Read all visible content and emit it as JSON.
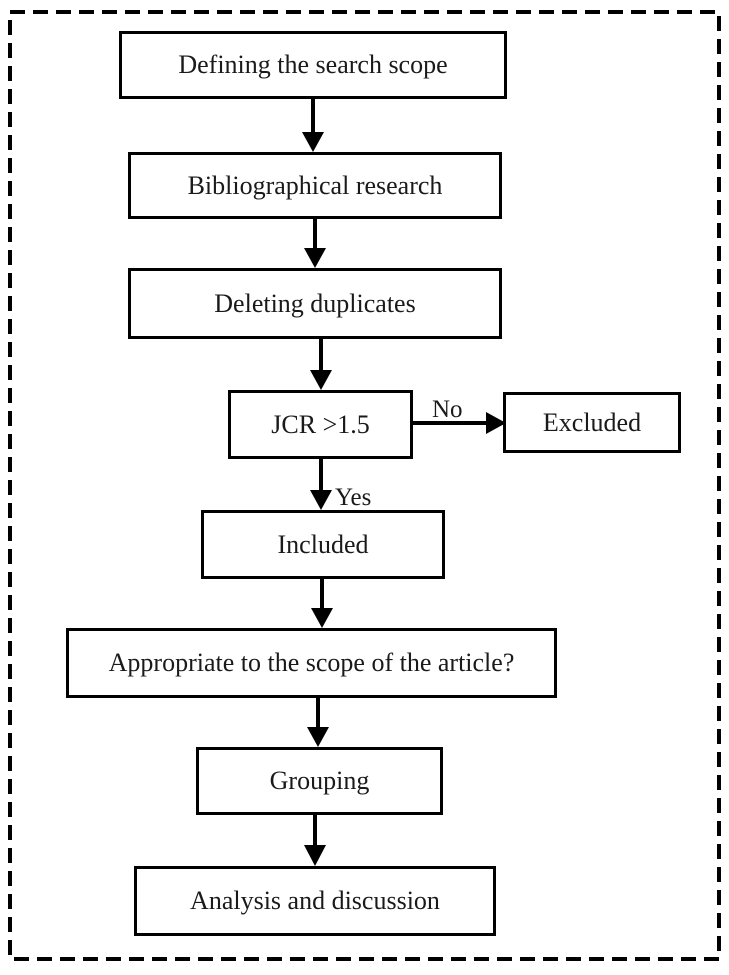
{
  "diagram": {
    "type": "flowchart",
    "background_color": "#ffffff",
    "line_color": "#000000",
    "text_color": "#1a1a1a",
    "border_style": "dashed",
    "nodes": [
      {
        "id": "defining-search-scope",
        "label": "Defining the search scope"
      },
      {
        "id": "bibliographical-research",
        "label": "Bibliographical research"
      },
      {
        "id": "deleting-duplicates",
        "label": "Deleting duplicates"
      },
      {
        "id": "jcr-decision",
        "label": "JCR >1.5"
      },
      {
        "id": "excluded",
        "label": "Excluded"
      },
      {
        "id": "included",
        "label": "Included"
      },
      {
        "id": "appropriate-scope",
        "label": "Appropriate to the scope of the article?"
      },
      {
        "id": "grouping",
        "label": "Grouping"
      },
      {
        "id": "analysis-discussion",
        "label": "Analysis and discussion"
      }
    ],
    "edges": [
      {
        "from": "defining-search-scope",
        "to": "bibliographical-research",
        "label": ""
      },
      {
        "from": "bibliographical-research",
        "to": "deleting-duplicates",
        "label": ""
      },
      {
        "from": "deleting-duplicates",
        "to": "jcr-decision",
        "label": ""
      },
      {
        "from": "jcr-decision",
        "to": "excluded",
        "label": "No"
      },
      {
        "from": "jcr-decision",
        "to": "included",
        "label": "Yes"
      },
      {
        "from": "included",
        "to": "appropriate-scope",
        "label": ""
      },
      {
        "from": "appropriate-scope",
        "to": "grouping",
        "label": ""
      },
      {
        "from": "grouping",
        "to": "analysis-discussion",
        "label": ""
      }
    ]
  }
}
